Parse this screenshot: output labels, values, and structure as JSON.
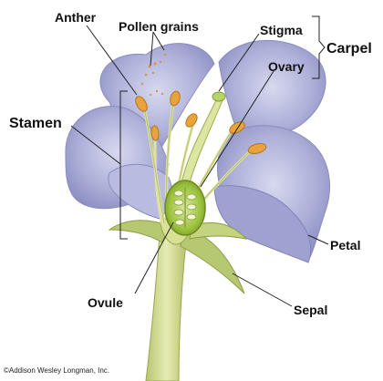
{
  "diagram": {
    "labels": {
      "anther": "Anther",
      "pollen": "Pollen grains",
      "stigma": "Stigma",
      "carpel": "Carpel",
      "ovary": "Ovary",
      "stamen": "Stamen",
      "petal": "Petal",
      "ovule": "Ovule",
      "sepal": "Sepal"
    },
    "credit": "©Addison Wesley Longman, Inc.",
    "colors": {
      "petal": "#a9acd6",
      "petal_dark": "#8a8cbf",
      "stem": "#c9d68a",
      "ovary": "#9ec23c",
      "anther": "#e8a43c",
      "line": "#222222"
    }
  }
}
